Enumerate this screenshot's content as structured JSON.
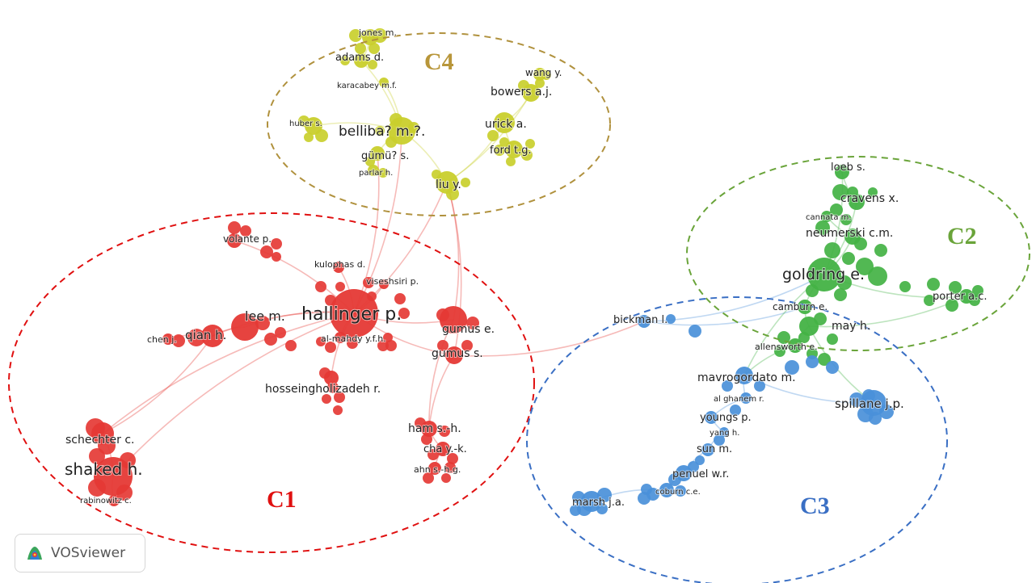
{
  "colors": {
    "C1": "#e53935",
    "C2": "#43b244",
    "C3": "#4a90d9",
    "C4": "#c9cf2c"
  },
  "clusters": [
    {
      "id": "C4",
      "label": "C4",
      "label_color": "#b8963a",
      "outline_color": "#b0913d"
    },
    {
      "id": "C2",
      "label": "C2",
      "label_color": "#6aa43a",
      "outline_color": "#6aa43a"
    },
    {
      "id": "C1",
      "label": "C1",
      "label_color": "#e01010",
      "outline_color": "#e01010"
    },
    {
      "id": "C3",
      "label": "C3",
      "label_color": "#3a6fc4",
      "outline_color": "#3a6fc4"
    }
  ],
  "authors": [
    {
      "id": "jones",
      "name": "jones m.",
      "cluster": "C4"
    },
    {
      "id": "adams",
      "name": "adams d.",
      "cluster": "C4"
    },
    {
      "id": "karacabey",
      "name": "karacabey m.f.",
      "cluster": "C4"
    },
    {
      "id": "huber",
      "name": "huber s.",
      "cluster": "C4"
    },
    {
      "id": "belliba",
      "name": "belliba? m.?.",
      "cluster": "C4"
    },
    {
      "id": "gumu",
      "name": "gümü? s.",
      "cluster": "C4"
    },
    {
      "id": "parlar",
      "name": "parlar h.",
      "cluster": "C4"
    },
    {
      "id": "liu",
      "name": "liu y.",
      "cluster": "C4"
    },
    {
      "id": "wang",
      "name": "wang y.",
      "cluster": "C4"
    },
    {
      "id": "bowers",
      "name": "bowers a.j.",
      "cluster": "C4"
    },
    {
      "id": "urick",
      "name": "urick a.",
      "cluster": "C4"
    },
    {
      "id": "ford",
      "name": "ford t.g.",
      "cluster": "C4"
    },
    {
      "id": "volante",
      "name": "volante p.",
      "cluster": "C1"
    },
    {
      "id": "kulophas",
      "name": "kulophas d.",
      "cluster": "C1"
    },
    {
      "id": "viseshsiri",
      "name": "viseshsiri p.",
      "cluster": "C1"
    },
    {
      "id": "hallinger",
      "name": "hallinger p.",
      "cluster": "C1"
    },
    {
      "id": "leem",
      "name": "lee m.",
      "cluster": "C1"
    },
    {
      "id": "qian",
      "name": "qian h.",
      "cluster": "C1"
    },
    {
      "id": "chenj",
      "name": "chen j.",
      "cluster": "C1"
    },
    {
      "id": "almahdy",
      "name": "al-mahdy y.f.h.",
      "cluster": "C1"
    },
    {
      "id": "gumuse",
      "name": "gumus e.",
      "cluster": "C1"
    },
    {
      "id": "gumuss",
      "name": "gumus s.",
      "cluster": "C1"
    },
    {
      "id": "hosseing",
      "name": "hosseingholizadeh r.",
      "cluster": "C1"
    },
    {
      "id": "ham",
      "name": "ham s.-h.",
      "cluster": "C1"
    },
    {
      "id": "cha",
      "name": "cha y.-k.",
      "cluster": "C1"
    },
    {
      "id": "ahn",
      "name": "ahn s.-h.g.",
      "cluster": "C1"
    },
    {
      "id": "schechter",
      "name": "schechter c.",
      "cluster": "C1"
    },
    {
      "id": "shaked",
      "name": "shaked h.",
      "cluster": "C1"
    },
    {
      "id": "rabinowitz",
      "name": "rabinowitz c.",
      "cluster": "C1"
    },
    {
      "id": "loeb",
      "name": "loeb s.",
      "cluster": "C2"
    },
    {
      "id": "cravens",
      "name": "cravens x.",
      "cluster": "C2"
    },
    {
      "id": "cannata",
      "name": "cannata m.",
      "cluster": "C2"
    },
    {
      "id": "neumerski",
      "name": "neumerski c.m.",
      "cluster": "C2"
    },
    {
      "id": "goldring",
      "name": "goldring e.",
      "cluster": "C2"
    },
    {
      "id": "porter",
      "name": "porter a.c.",
      "cluster": "C2"
    },
    {
      "id": "camburn",
      "name": "camburn e.",
      "cluster": "C2"
    },
    {
      "id": "mayh",
      "name": "may h.",
      "cluster": "C2"
    },
    {
      "id": "allensworth",
      "name": "allensworth e.",
      "cluster": "C2"
    },
    {
      "id": "bickman",
      "name": "bickman l.",
      "cluster": "C3"
    },
    {
      "id": "mavrogordato",
      "name": "mavrogordato m.",
      "cluster": "C3"
    },
    {
      "id": "alghanem",
      "name": "al ghanem r.",
      "cluster": "C3"
    },
    {
      "id": "spillane",
      "name": "spillane j.p.",
      "cluster": "C3"
    },
    {
      "id": "youngs",
      "name": "youngs p.",
      "cluster": "C3"
    },
    {
      "id": "yang",
      "name": "yang h.",
      "cluster": "C3"
    },
    {
      "id": "sun",
      "name": "sun m.",
      "cluster": "C3"
    },
    {
      "id": "penuel",
      "name": "penuel w.r.",
      "cluster": "C3"
    },
    {
      "id": "coburn",
      "name": "coburn c.e.",
      "cluster": "C3"
    },
    {
      "id": "marsh",
      "name": "marsh j.a.",
      "cluster": "C3"
    }
  ],
  "badge": {
    "text": "VOSviewer",
    "icon": "vosviewer-logo-icon"
  }
}
